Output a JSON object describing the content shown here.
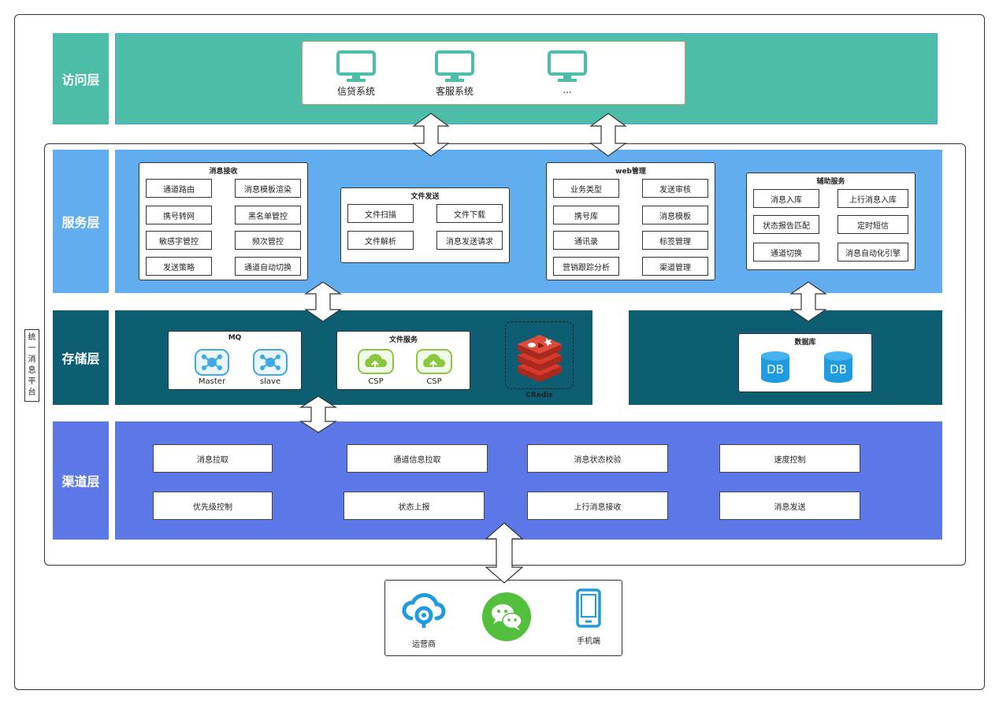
{
  "platform_label": "统一消息平台",
  "colors": {
    "access": "#4dbda8",
    "service": "#62acf0",
    "storage": "#0d5e73",
    "channel": "#5b78e6",
    "monitor": "#4dbda8",
    "wechat": "#52c03c",
    "redis": "#d8392b",
    "db": "#1f9be0"
  },
  "access": {
    "label": "访问层",
    "systems": [
      {
        "name": "信贷系统",
        "icon": "monitor-icon"
      },
      {
        "name": "客服系统",
        "icon": "monitor-icon"
      },
      {
        "name": "...",
        "icon": "monitor-icon"
      }
    ]
  },
  "service": {
    "label": "服务层",
    "receive": {
      "title": "消息接收",
      "items": [
        "通道路由",
        "消息模板渲染",
        "携号转网",
        "黑名单管控",
        "敏感字管控",
        "频次管控",
        "发送策略",
        "通道自动切换"
      ]
    },
    "file_send": {
      "title": "文件发送",
      "items": [
        "文件扫描",
        "文件下载",
        "文件解析",
        "消息发送请求"
      ]
    },
    "web": {
      "title": "web管理",
      "items": [
        "业务类型",
        "发送审核",
        "携号库",
        "消息模板",
        "通讯录",
        "标签管理",
        "营销跟踪分析",
        "渠道管理"
      ]
    },
    "aux": {
      "title": "辅助服务",
      "items": [
        "消息入库",
        "上行消息入库",
        "状态报告匹配",
        "定时短信",
        "通道切换",
        "消息自动化引擎"
      ]
    }
  },
  "storage": {
    "label": "存储层",
    "mq": {
      "title": "MQ",
      "nodes": [
        "Master",
        "slave"
      ]
    },
    "file_service": {
      "title": "文件服务",
      "nodes": [
        "CSP",
        "CSP"
      ]
    },
    "redis": {
      "name": "CRedis"
    },
    "database": {
      "title": "数据库",
      "nodes": [
        "DB",
        "DB"
      ]
    }
  },
  "channel": {
    "label": "渠道层",
    "items": [
      "消息拉取",
      "通道信息拉取",
      "消息状态校验",
      "速度控制",
      "优先级控制",
      "状态上报",
      "上行消息接收",
      "消息发送"
    ]
  },
  "endpoints": [
    {
      "name": "运营商",
      "icon": "operator-cloud-icon"
    },
    {
      "name": "",
      "icon": "wechat-icon"
    },
    {
      "name": "手机端",
      "icon": "phone-icon"
    }
  ]
}
